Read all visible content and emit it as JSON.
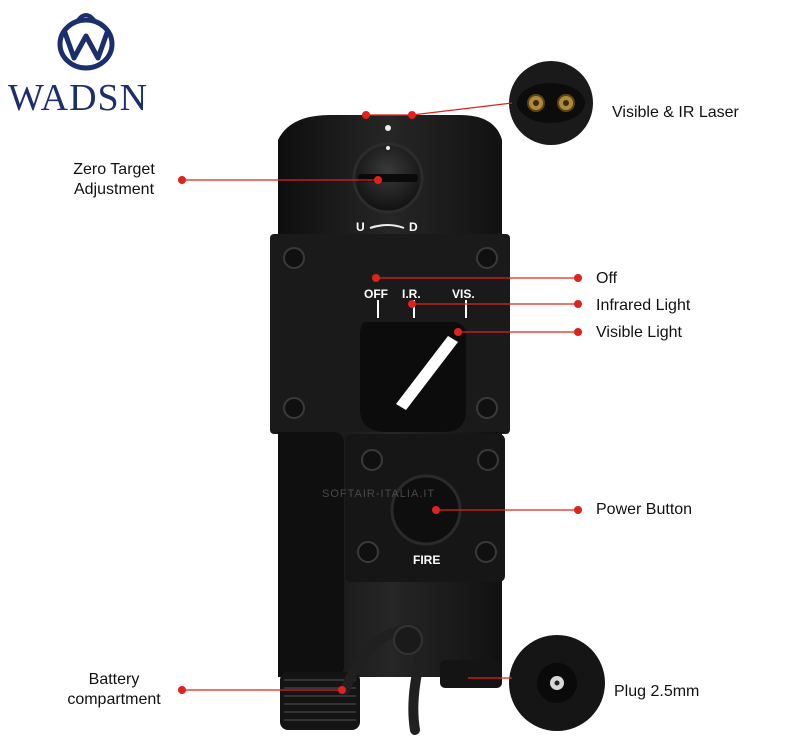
{
  "brand": {
    "logo_text": "WADSN"
  },
  "device": {
    "selector": {
      "off": "OFF",
      "ir": "I.R.",
      "vis": "VIS."
    },
    "zero_marks": {
      "up": "U",
      "down": "D"
    },
    "fire_label": "FIRE",
    "watermark": "SOFTAIR-ITALIA.IT"
  },
  "callouts": {
    "visible_ir_laser": "Visible & IR Laser",
    "zero_target_line1": "Zero Target",
    "zero_target_line2": "Adjustment",
    "off": "Off",
    "infrared_light": "Infrared Light",
    "visible_light": "Visible Light",
    "power_button": "Power Button",
    "battery_line1": "Battery",
    "battery_line2": "compartment",
    "plug": "Plug 2.5mm"
  },
  "colors": {
    "accent_red": "#e0211c",
    "brand_blue": "#1b2f6e",
    "device_black": "#1c1c1c"
  }
}
